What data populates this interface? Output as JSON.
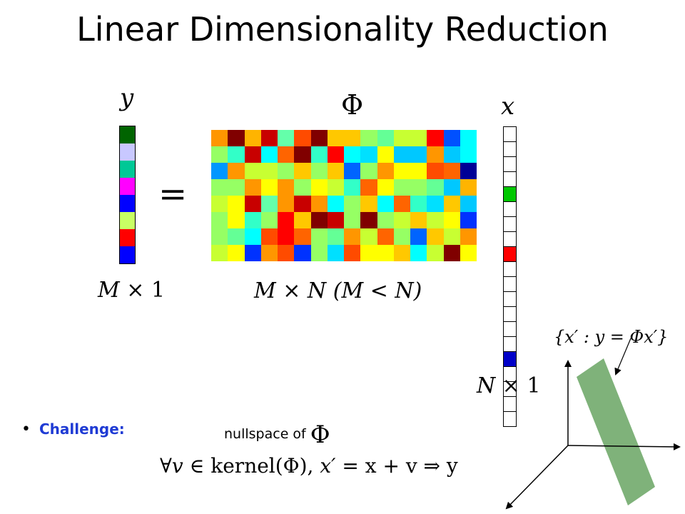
{
  "title": "Linear Dimensionality Reduction",
  "symbols": {
    "y": "y",
    "phi": "Φ",
    "x": "x",
    "equals": "="
  },
  "labels": {
    "y_dims_m": "M",
    "y_dims_rest": "× 1",
    "phi_dims": "M × N",
    "phi_cond": "(M < N)",
    "x_dims_n": "N",
    "x_dims_rest": "× 1"
  },
  "y_vector_colors": [
    "#006400",
    "#c8c8ff",
    "#00c896",
    "#ff00ff",
    "#0000ff",
    "#c8ff64",
    "#ff0000",
    "#0000ff"
  ],
  "phi_matrix_colors": [
    [
      "#ff9600",
      "#800000",
      "#ffb400",
      "#c80000",
      "#64ffaa",
      "#ff4b00",
      "#800000",
      "#ffc800",
      "#ffc800",
      "#96ff64",
      "#64ff96",
      "#c8ff32",
      "#c8ff32",
      "#ff0000",
      "#0050ff",
      "#00ffff"
    ],
    [
      "#96ff64",
      "#32ffc8",
      "#c80000",
      "#00ffff",
      "#ff6400",
      "#800000",
      "#32ffc8",
      "#ff0000",
      "#00ffff",
      "#00e0ff",
      "#ffff00",
      "#00c8ff",
      "#00c8ff",
      "#ff9600",
      "#00c8ff",
      "#00ffff"
    ],
    [
      "#0096ff",
      "#ff9600",
      "#c8ff32",
      "#c8ff32",
      "#96ff64",
      "#ffc800",
      "#96ff64",
      "#ffc800",
      "#0064ff",
      "#96ff64",
      "#ff9600",
      "#ffff00",
      "#ffff00",
      "#ff4b00",
      "#ff6400",
      "#000096"
    ],
    [
      "#96ff64",
      "#96ff64",
      "#ff9600",
      "#ffff00",
      "#ff9600",
      "#96ff64",
      "#ffff00",
      "#c8ff32",
      "#32ffc8",
      "#ff6400",
      "#ffff00",
      "#96ff64",
      "#96ff64",
      "#64ff96",
      "#00c8ff",
      "#ffb400"
    ],
    [
      "#c8ff32",
      "#ffff00",
      "#c80000",
      "#64ffaa",
      "#ff9600",
      "#c80000",
      "#ff9600",
      "#00ffff",
      "#96ff64",
      "#ffc800",
      "#00ffff",
      "#ff6400",
      "#32ffc8",
      "#00e0ff",
      "#ffc800",
      "#00c8ff"
    ],
    [
      "#96ff64",
      "#ffff00",
      "#32ffc8",
      "#96ff64",
      "#ff0000",
      "#ffc800",
      "#800000",
      "#c80000",
      "#96ff64",
      "#800000",
      "#96ff64",
      "#c8ff32",
      "#ffc800",
      "#c8ff32",
      "#ffff00",
      "#0032ff"
    ],
    [
      "#96ff64",
      "#64ff96",
      "#00ffff",
      "#ff4b00",
      "#ff0000",
      "#ff6400",
      "#96ff64",
      "#64ff96",
      "#ff9600",
      "#c8ff32",
      "#ff6400",
      "#96ff64",
      "#0064ff",
      "#ffc800",
      "#c8ff32",
      "#ff9600"
    ],
    [
      "#c8ff32",
      "#ffff00",
      "#0032ff",
      "#ff9600",
      "#ff4b00",
      "#0032ff",
      "#96ff64",
      "#00e0ff",
      "#ff4b00",
      "#ffff00",
      "#ffff00",
      "#ffc800",
      "#00ffff",
      "#c8ff32",
      "#800000",
      "#ffff00"
    ]
  ],
  "x_vector_colors": [
    "#ffffff",
    "#ffffff",
    "#ffffff",
    "#ffffff",
    "#00c800",
    "#ffffff",
    "#ffffff",
    "#ffffff",
    "#ff0000",
    "#ffffff",
    "#ffffff",
    "#ffffff",
    "#ffffff",
    "#ffffff",
    "#ffffff",
    "#0000c8",
    "#ffffff",
    "#ffffff",
    "#ffffff",
    "#ffffff"
  ],
  "bullet": {
    "dot": "•",
    "label": "Challenge:",
    "text": "nullspace of",
    "phi": "Φ"
  },
  "equation": {
    "forall": "∀",
    "v1": "v",
    "in": "∈ kernel(Φ),",
    "xprime": "x′",
    "rest": "= x + v ⇒ y"
  },
  "set_label": "{x′ :  y = Φx′}",
  "plot_fill": "#7fb27a"
}
